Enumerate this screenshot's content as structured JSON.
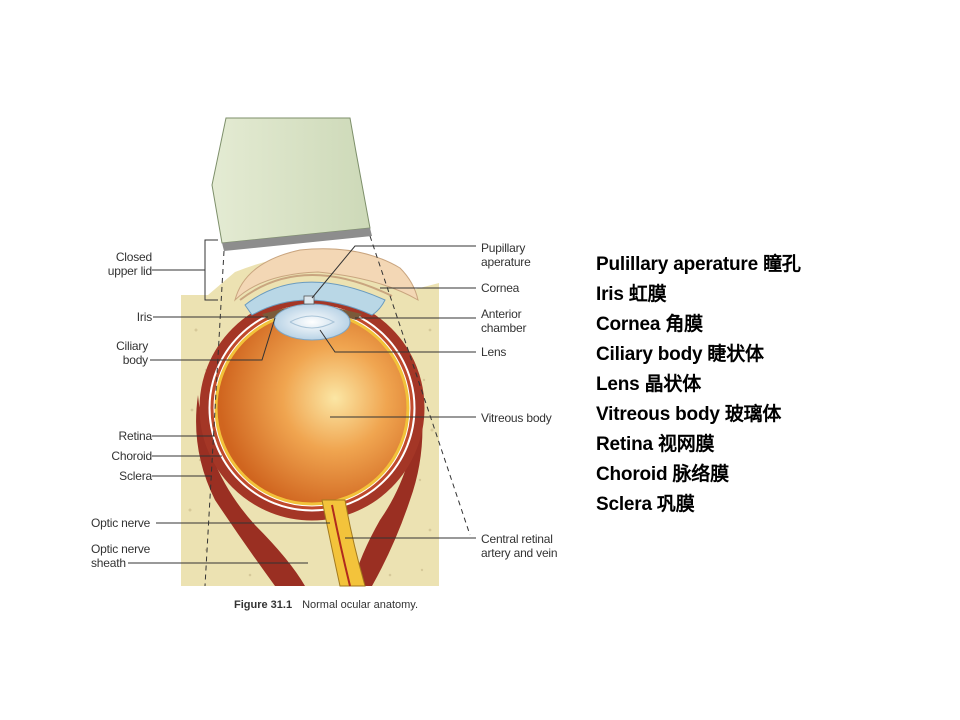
{
  "figure": {
    "labels_left": {
      "closed_upper_lid": "Closed upper lid",
      "iris": "Iris",
      "ciliary_body": "Ciliary body",
      "retina": "Retina",
      "choroid": "Choroid",
      "sclera": "Sclera",
      "optic_nerve": "Optic nerve",
      "optic_nerve_sheath": "Optic nerve sheath"
    },
    "labels_right": {
      "pupillary_aperature": "Pupillary aperature",
      "cornea": "Cornea",
      "anterior_chamber": "Anterior chamber",
      "lens": "Lens",
      "vitreous_body": "Vitreous body",
      "central_retinal": "Central retinal artery and vein"
    },
    "caption_number": "Figure 31.1",
    "caption_text": "Normal ocular anatomy.",
    "colors": {
      "bone": "#ece2b2",
      "globe": "#e07a2e",
      "sclera_muscle": "#9a2f22",
      "probe": "#d9e3c8"
    }
  },
  "terms": [
    "Pulillary aperature 瞳孔",
    "Iris 虹膜",
    "Cornea 角膜",
    "Ciliary body 睫状体",
    "Lens 晶状体",
    "Vitreous body 玻璃体",
    "Retina 视网膜",
    "Choroid 脉络膜",
    "Sclera  巩膜"
  ]
}
